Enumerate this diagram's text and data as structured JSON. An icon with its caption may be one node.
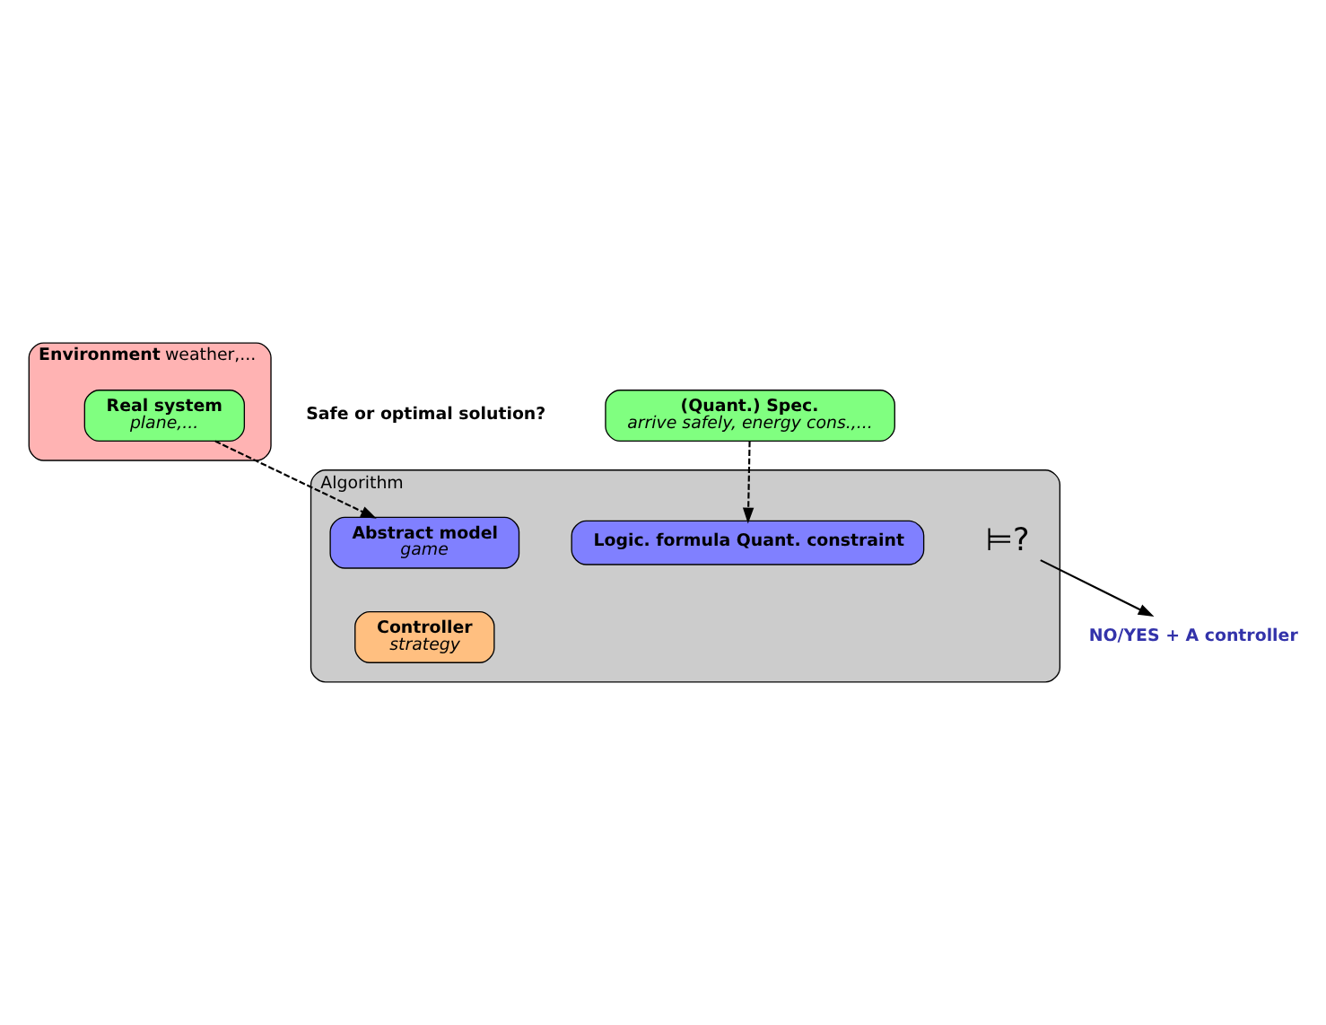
{
  "diagram": {
    "nodes": [
      {
        "text": [
          "Environment",
          "weather,..."
        ]
      },
      {
        "text": [
          "Real system",
          "plane,..."
        ],
        "in": 0
      },
      {
        "text": [
          "(Quant.) Spec.",
          "arrive safely, energy cons.,..."
        ]
      },
      {
        "text": [
          "Algorithm"
        ]
      },
      {
        "text": [
          "Abstract model",
          "game"
        ],
        "in": 3
      },
      {
        "text": [
          "Controller",
          "strategy"
        ],
        "in": 3
      },
      {
        "text": [
          "⊨?"
        ],
        "in": 3
      },
      {
        "text": [
          "Logic. formula Quant. constraint"
        ],
        "in": 3
      },
      {
        "text": [
          "NO/YES + A controller"
        ]
      }
    ],
    "edges": [
      {
        "from": 1,
        "to": 4,
        "arrow": "to",
        "style": "dashed"
      },
      {
        "from": 2,
        "to": 7,
        "arrow": "to",
        "style": "dashed"
      },
      {
        "from": 6,
        "to": 8,
        "arrow": "to"
      }
    ],
    "labels": [
      "Safe or optimal solution?"
    ]
  }
}
